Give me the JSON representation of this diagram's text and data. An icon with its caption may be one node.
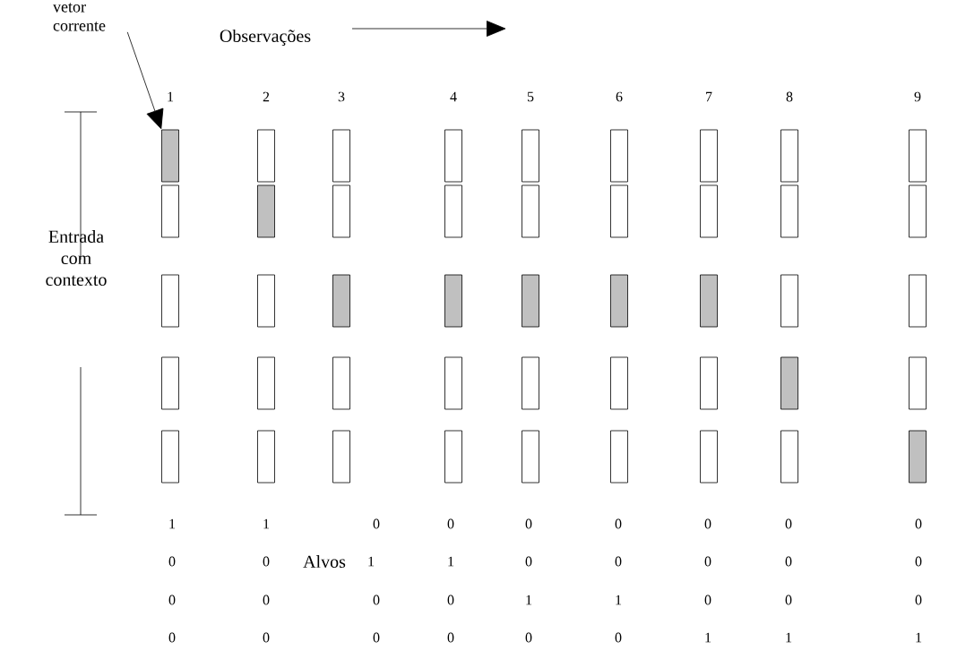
{
  "diagram": {
    "nodes": [
      {
        "text": [
          "vetor corrente"
        ]
      },
      {
        "text": [],
        "shape": "bar"
      },
      {
        "text": [],
        "shape": "box"
      },
      {
        "text": [],
        "shape": "box"
      },
      {
        "text": [],
        "shape": "box"
      },
      {
        "text": [],
        "shape": "box"
      },
      {
        "text": [],
        "shape": "box"
      },
      {
        "text": [],
        "shape": "box"
      },
      {
        "text": [],
        "shape": "box"
      },
      {
        "text": [],
        "shape": "box"
      },
      {
        "text": [],
        "shape": "box"
      },
      {
        "text": [],
        "shape": "bar"
      },
      {
        "text": [],
        "shape": "box"
      },
      {
        "text": [],
        "shape": "box"
      },
      {
        "text": [],
        "shape": "box"
      },
      {
        "text": [],
        "shape": "box"
      },
      {
        "text": [],
        "shape": "box"
      },
      {
        "text": [],
        "shape": "box"
      },
      {
        "text": [],
        "shape": "box"
      },
      {
        "text": [],
        "shape": "box"
      },
      {
        "text": [],
        "shape": "box"
      },
      {
        "text": [],
        "shape": "bar"
      },
      {
        "text": [],
        "shape": "bar"
      },
      {
        "text": [],
        "shape": "bar"
      },
      {
        "text": [],
        "shape": "bar"
      },
      {
        "text": [],
        "shape": "bar"
      },
      {
        "text": [],
        "shape": "box"
      },
      {
        "text": [],
        "shape": "box"
      },
      {
        "text": [],
        "shape": "box"
      },
      {
        "text": [],
        "shape": "box"
      },
      {
        "text": [],
        "shape": "box"
      },
      {
        "text": [],
        "shape": "box"
      },
      {
        "text": [],
        "shape": "box"
      },
      {
        "text": [],
        "shape": "box"
      },
      {
        "text": [],
        "shape": "box"
      },
      {
        "text": [],
        "shape": "bar"
      },
      {
        "text": [],
        "shape": "box"
      },
      {
        "text": [],
        "shape": "box"
      },
      {
        "text": [],
        "shape": "box"
      },
      {
        "text": [],
        "shape": "box"
      },
      {
        "text": [],
        "shape": "box"
      },
      {
        "text": [],
        "shape": "box"
      },
      {
        "text": [],
        "shape": "box"
      },
      {
        "text": [],
        "shape": "box"
      },
      {
        "text": [],
        "shape": "box"
      },
      {
        "text": [],
        "shape": "bar"
      }
    ],
    "edges": [
      {
        "from": 0,
        "to": 1,
        "arrow": "to"
      }
    ],
    "labels": [
      "Observações",
      "1",
      "2",
      "3",
      "4",
      "5",
      "6",
      "7",
      "8",
      "9",
      "Entrada com contexto",
      "1",
      "1",
      "0",
      "0",
      "0",
      "0",
      "0",
      "0",
      "0",
      "0",
      "0",
      "Alvos",
      "1",
      "1",
      "0",
      "0",
      "0",
      "0",
      "0",
      "0",
      "0",
      "0",
      "0",
      "1",
      "1",
      "0",
      "0",
      "0",
      "0",
      "0",
      "0",
      "0",
      "0",
      "0",
      "1",
      "1",
      "1"
    ]
  }
}
